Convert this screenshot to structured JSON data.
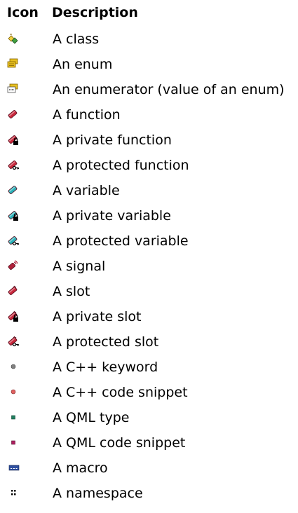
{
  "header": {
    "icon_label": "Icon",
    "description_label": "Description"
  },
  "rows": [
    {
      "icon": "class-icon",
      "text": "A class"
    },
    {
      "icon": "enum-icon",
      "text": "An enum"
    },
    {
      "icon": "enumerator-icon",
      "text": "An enumerator (value of an enum)"
    },
    {
      "icon": "function-icon",
      "text": "A function"
    },
    {
      "icon": "private-function-icon",
      "text": "A private function"
    },
    {
      "icon": "protected-function-icon",
      "text": "A protected function"
    },
    {
      "icon": "variable-icon",
      "text": "A variable"
    },
    {
      "icon": "private-variable-icon",
      "text": "A private variable"
    },
    {
      "icon": "protected-variable-icon",
      "text": "A protected variable"
    },
    {
      "icon": "signal-icon",
      "text": "A signal"
    },
    {
      "icon": "slot-icon",
      "text": "A slot"
    },
    {
      "icon": "private-slot-icon",
      "text": "A private slot"
    },
    {
      "icon": "protected-slot-icon",
      "text": "A protected slot"
    },
    {
      "icon": "cpp-keyword-icon",
      "text": "A C++ keyword"
    },
    {
      "icon": "cpp-snippet-icon",
      "text": "A C++ code snippet"
    },
    {
      "icon": "qml-type-icon",
      "text": "A QML type"
    },
    {
      "icon": "qml-snippet-icon",
      "text": "A QML code snippet"
    },
    {
      "icon": "macro-icon",
      "text": "A macro"
    },
    {
      "icon": "namespace-icon",
      "text": "A namespace"
    }
  ],
  "colors": {
    "function": "#c8283c",
    "variable": "#2ab0b8",
    "signal": "#b0203a",
    "enum": "#e8c020",
    "class_yellow": "#f0d040",
    "class_green": "#40a040",
    "keyword": "#808080",
    "snippet": "#e06060",
    "qml_type": "#208060",
    "qml_snippet": "#b02060",
    "macro": "#3050a0"
  }
}
